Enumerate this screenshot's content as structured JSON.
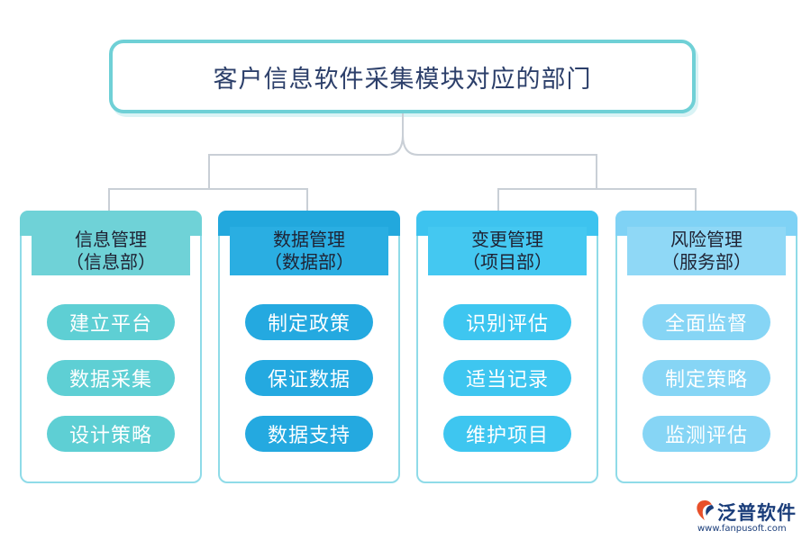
{
  "title": "客户信息软件采集模块对应的部门",
  "colors": {
    "title_border": "#6fd0d6",
    "connector": "#c9cfd6",
    "column_border": "#8fdbe8"
  },
  "departments": [
    {
      "label_line1": "信息管理",
      "label_line2": "（信息部）",
      "band_color": "#6fd2d7",
      "label_bg": "#6fd2d7",
      "item_bg": "#5ecfd4",
      "items": [
        "建立平台",
        "数据采集",
        "设计策略"
      ]
    },
    {
      "label_line1": "数据管理",
      "label_line2": "（数据部）",
      "band_color": "#22a8dd",
      "label_bg": "#2aaee2",
      "item_bg": "#24a9e0",
      "items": [
        "制定政策",
        "保证数据",
        "数据支持"
      ]
    },
    {
      "label_line1": "变更管理",
      "label_line2": "（项目部）",
      "band_color": "#3dc3ef",
      "label_bg": "#44c8f1",
      "item_bg": "#3ec6f0",
      "items": [
        "识别评估",
        "适当记录",
        "维护项目"
      ]
    },
    {
      "label_line1": "风险管理",
      "label_line2": "（服务部）",
      "band_color": "#7fd2f5",
      "label_bg": "#8fd8f6",
      "item_bg": "#86d5f5",
      "items": [
        "全面监督",
        "制定策略",
        "监测评估"
      ]
    }
  ],
  "logo": {
    "name": "泛普软件",
    "url": "www.fanpusoft.com",
    "icon": "fanpu-logo-icon"
  }
}
